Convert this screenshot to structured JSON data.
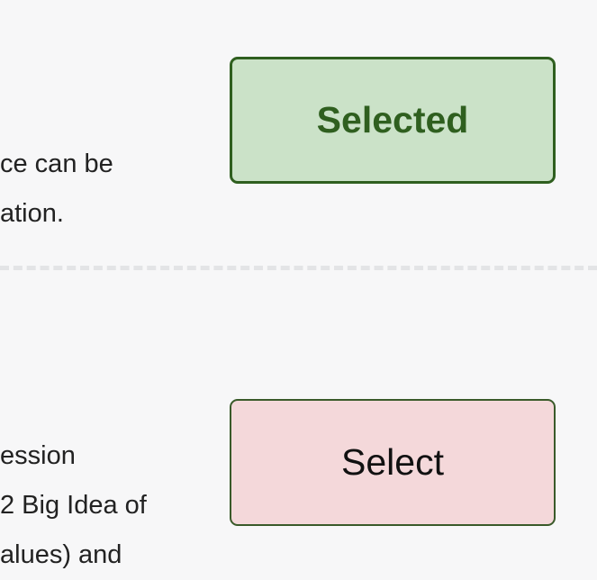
{
  "options": [
    {
      "description_lines": [
        "ce can be",
        "ation."
      ],
      "button_label": "Selected",
      "state": "selected"
    },
    {
      "description_lines": [
        "ession",
        "2 Big Idea of",
        "alues) and"
      ],
      "button_label": "Select",
      "state": "unselected"
    }
  ],
  "colors": {
    "page_background": "#f7f7f8",
    "selected_fill": "#cbe2c8",
    "selected_border": "#2f5f1f",
    "unselected_fill": "#f4d8da",
    "divider": "#e3e4e6"
  }
}
